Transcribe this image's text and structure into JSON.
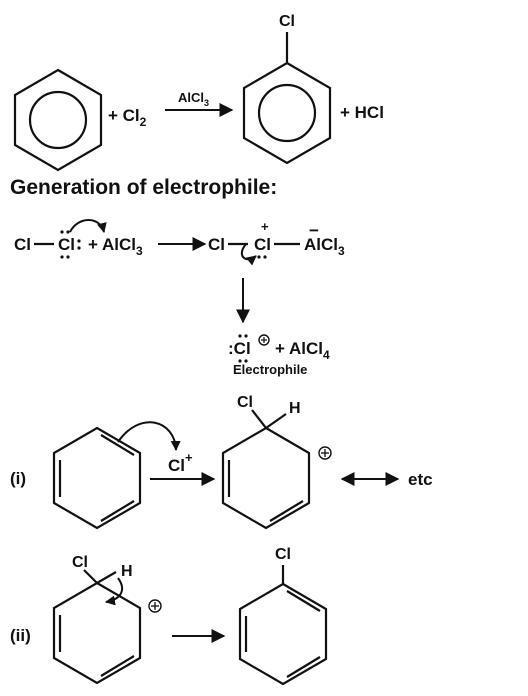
{
  "overall": {
    "reactant_plus": "+ Cl",
    "reactant_sub": "2",
    "catalyst": "AlCl",
    "catalyst_sub": "3",
    "product_substituent": "Cl",
    "byproduct": "+ HCl"
  },
  "heading": "Generation of electrophile:",
  "electrophile_step": {
    "lhs_cl1": "Cl",
    "lhs_cl2": "Cl",
    "plus_alcl": "+ AlCl",
    "plus_alcl_sub": "3",
    "complex_cl1": "Cl",
    "complex_cl2": "Cl",
    "complex_alcl": "AlCl",
    "complex_alcl_sub": "3",
    "plus_charge": "+",
    "minus_charge": "−",
    "result_cl": ":Cl",
    "result_alcl": "+ AlCl",
    "result_alcl_sub": "4",
    "result_label": "Electrophile"
  },
  "step_i": {
    "label": "(i)",
    "electrophile": "Cl",
    "electrophile_charge": "+",
    "sigma_cl": "Cl",
    "sigma_h": "H",
    "charge": "+",
    "etc": "etc"
  },
  "step_ii": {
    "label": "(ii)",
    "sigma_cl": "Cl",
    "sigma_h": "H",
    "charge": "+",
    "product_cl": "Cl"
  }
}
